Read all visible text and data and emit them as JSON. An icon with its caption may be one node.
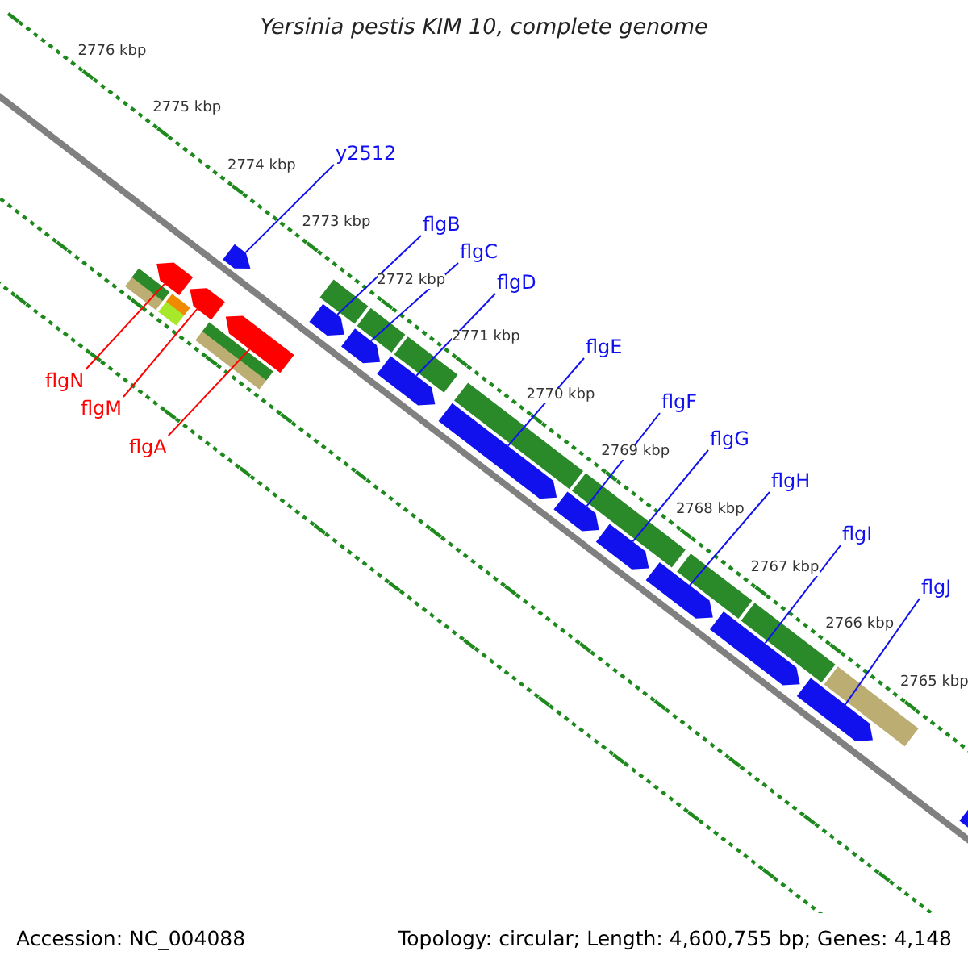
{
  "diagram": {
    "title": "Yersinia pestis KIM 10, complete genome",
    "nodes": [
      {
        "text": [
          "y2512"
        ]
      },
      {
        "text": [
          "flgB"
        ]
      },
      {
        "text": [
          "flgC"
        ]
      },
      {
        "text": [
          "flgD"
        ]
      },
      {
        "text": [
          "flgE"
        ]
      },
      {
        "text": [
          "flgF"
        ]
      },
      {
        "text": [
          "flgG"
        ]
      },
      {
        "text": [
          "flgH"
        ]
      },
      {
        "text": [
          "flgI"
        ]
      },
      {
        "text": [
          "flgJ"
        ]
      },
      {
        "text": [
          "flgN"
        ]
      },
      {
        "text": [
          "flgM"
        ]
      },
      {
        "text": [
          "flgA"
        ]
      },
      {
        "text": [],
        "shape": "pentagon"
      },
      {
        "text": [],
        "shape": "pentagon"
      },
      {
        "text": [],
        "shape": "pentagon"
      },
      {
        "text": [],
        "shape": "pentagon"
      },
      {
        "text": [],
        "shape": "pentagon"
      },
      {
        "text": [],
        "shape": "pentagon"
      },
      {
        "text": [],
        "shape": "pentagon"
      },
      {
        "text": [],
        "shape": "pentagon"
      },
      {
        "text": [],
        "shape": "pentagon"
      },
      {
        "text": [],
        "shape": "pentagon"
      },
      {
        "text": [],
        "shape": "pentagon"
      },
      {
        "text": [],
        "shape": "pentagon"
      },
      {
        "text": [],
        "shape": "pentagon"
      },
      {
        "text": [],
        "shape": "pentagon"
      }
    ],
    "edges": [
      {
        "from": 0,
        "to": 13,
        "arrow": "none"
      },
      {
        "from": 1,
        "to": 14,
        "arrow": "none"
      },
      {
        "from": 2,
        "to": 15,
        "arrow": "none"
      },
      {
        "from": 3,
        "to": 16,
        "arrow": "none"
      },
      {
        "from": 4,
        "to": 17,
        "arrow": "none"
      },
      {
        "from": 5,
        "to": 18,
        "arrow": "none"
      },
      {
        "from": 6,
        "to": 19,
        "arrow": "none"
      },
      {
        "from": 7,
        "to": 20,
        "arrow": "none"
      },
      {
        "from": 8,
        "to": 21,
        "arrow": "none"
      },
      {
        "from": 9,
        "to": 22,
        "arrow": "none"
      },
      {
        "from": 10,
        "to": 23,
        "arrow": "none",
        "color": "#ff0000"
      },
      {
        "from": 11,
        "to": 24,
        "arrow": "none",
        "color": "#ff0000"
      },
      {
        "from": 12,
        "to": 25,
        "arrow": "none",
        "color": "#ff0000"
      }
    ],
    "labels": [
      "2776 kbp",
      "2775 kbp",
      "2774 kbp",
      "2773 kbp",
      "2772 kbp",
      "2771 kbp",
      "2770 kbp",
      "2769 kbp",
      "2768 kbp",
      "2767 kbp",
      "2766 kbp",
      "2765 kbp",
      "Accession: NC_004088",
      "Topology: circular; Length: 4,600,755 bp; Genes: 4,148"
    ]
  }
}
